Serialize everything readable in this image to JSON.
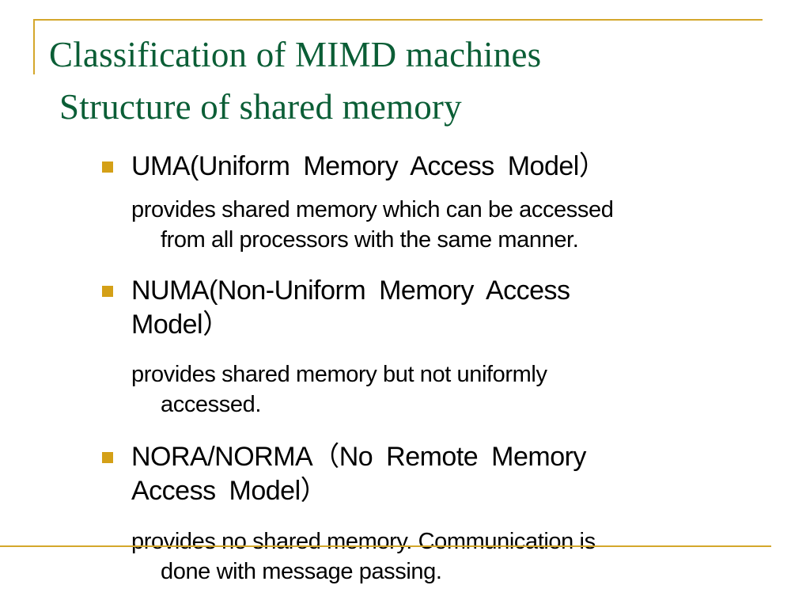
{
  "slide": {
    "title_line1": "Classification of MIMD machines",
    "title_line2": "Structure of shared memory",
    "accent_color": "#d4a72c",
    "title_color": "#0b5e36",
    "items": [
      {
        "heading_line1": "UMA(Uniform  Memory  Access  Model）",
        "heading_line2": "",
        "desc_line1": "provides shared memory which can be accessed",
        "desc_line2": "from all processors with the same manner."
      },
      {
        "heading_line1": "NUMA(Non-Uniform  Memory  Access",
        "heading_line2": "Model）",
        "desc_line1": "provides shared memory but not uniformly",
        "desc_line2": "accessed."
      },
      {
        "heading_line1": "NORA/NORMA（No  Remote  Memory",
        "heading_line2": "Access  Model）",
        "desc_line1": "provides no shared memory. Communication is",
        "desc_line2": "done with message passing."
      }
    ]
  }
}
